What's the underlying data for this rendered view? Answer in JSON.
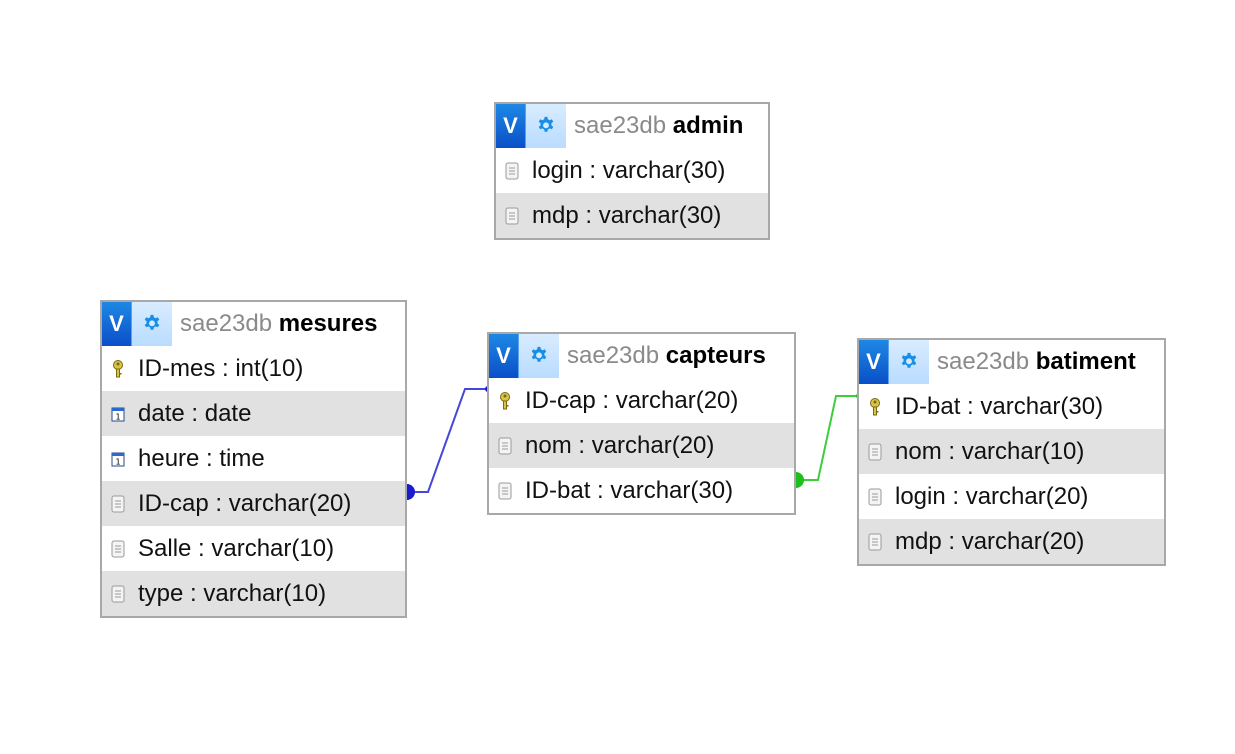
{
  "tables": {
    "admin": {
      "db": "sae23db",
      "name": "admin",
      "columns": [
        {
          "text": "login : varchar(30)",
          "icon": "column-icon"
        },
        {
          "text": "mdp : varchar(30)",
          "icon": "column-icon"
        }
      ]
    },
    "mesures": {
      "db": "sae23db",
      "name": "mesures",
      "columns": [
        {
          "text": "ID-mes : int(10)",
          "icon": "primary-key-icon"
        },
        {
          "text": "date : date",
          "icon": "date-icon"
        },
        {
          "text": "heure : time",
          "icon": "date-icon"
        },
        {
          "text": "ID-cap : varchar(20)",
          "icon": "column-icon"
        },
        {
          "text": "Salle : varchar(10)",
          "icon": "column-icon"
        },
        {
          "text": "type : varchar(10)",
          "icon": "column-icon"
        }
      ]
    },
    "capteurs": {
      "db": "sae23db",
      "name": "capteurs",
      "columns": [
        {
          "text": "ID-cap : varchar(20)",
          "icon": "primary-key-icon"
        },
        {
          "text": "nom : varchar(20)",
          "icon": "column-icon"
        },
        {
          "text": "ID-bat : varchar(30)",
          "icon": "column-icon"
        }
      ]
    },
    "batiment": {
      "db": "sae23db",
      "name": "batiment",
      "columns": [
        {
          "text": "ID-bat : varchar(30)",
          "icon": "primary-key-icon"
        },
        {
          "text": "nom : varchar(10)",
          "icon": "column-icon"
        },
        {
          "text": "login : varchar(20)",
          "icon": "column-icon"
        },
        {
          "text": "mdp : varchar(20)",
          "icon": "column-icon"
        }
      ]
    }
  },
  "header": {
    "toggle_label": "V",
    "settings_icon": "gear-icon"
  },
  "relations": [
    {
      "from": "mesures.ID-cap",
      "to": "capteurs.ID-cap",
      "color": "#3a3ad6"
    },
    {
      "from": "capteurs.ID-bat",
      "to": "batiment.ID-bat",
      "color": "#33cc33"
    }
  ]
}
